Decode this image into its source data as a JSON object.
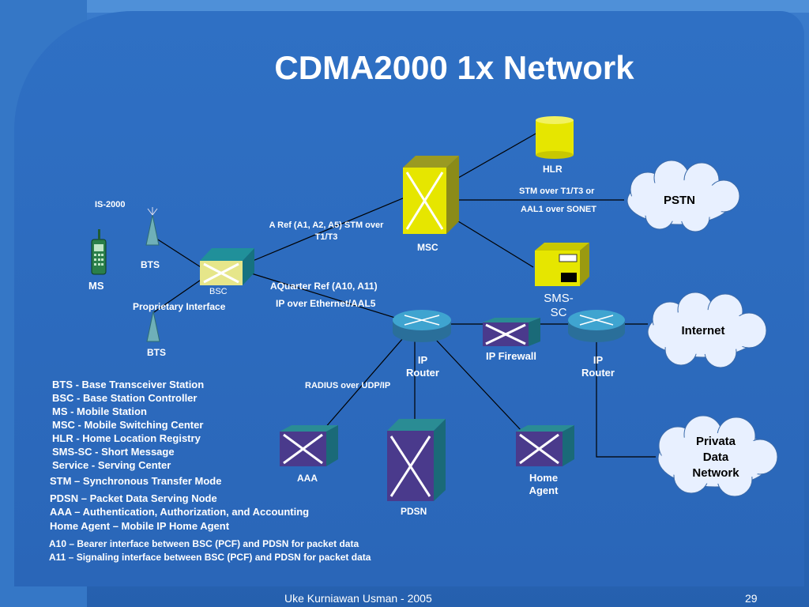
{
  "slide": {
    "title": "CDMA2000 1x Network",
    "footer_author": "Uke Kurniawan Usman - 2005",
    "page_number": "29"
  },
  "nodes": {
    "ms": "MS",
    "bts_top": "BTS",
    "bts_bottom": "BTS",
    "bsc": "BSC",
    "msc": "MSC",
    "hlr": "HLR",
    "sms_sc": "SMS-SC",
    "ip_router_1": "IP Router",
    "ip_firewall": "IP Firewall",
    "ip_router_2": "IP Router",
    "aaa": "AAA",
    "pdsn": "PDSN",
    "home_agent": "Home Agent",
    "pstn": "PSTN",
    "internet": "Internet",
    "private_data_network": "Privata Data Network"
  },
  "links": {
    "is2000": "IS-2000",
    "proprietary": "Proprietary Interface",
    "a_ref": "A Ref (A1, A2, A5) STM over T1/T3",
    "aquarter": "AQuarter Ref (A10, A11)",
    "ip_over_eth": "IP over Ethernet/AAL5",
    "stm_over": "STM over T1/T3 or",
    "aal1": "AAL1 over SONET",
    "radius": "RADIUS over UDP/IP"
  },
  "legend": [
    "BTS - Base Transceiver Station",
    "BSC - Base Station Controller",
    "MS - Mobile Station",
    "MSC - Mobile Switching Center",
    "HLR - Home Location Registry",
    "SMS-SC - Short Message",
    "Service - Serving Center",
    "STM – Synchronous Transfer Mode",
    "PDSN – Packet Data Serving Node",
    "AAA – Authentication, Authorization, and Accounting",
    "Home Agent – Mobile IP Home Agent",
    "A10 – Bearer interface between BSC (PCF) and PDSN for packet data",
    "A11 – Signaling interface between BSC (PCF) and PDSN for packet data"
  ],
  "colors": {
    "background": "#2a66b8",
    "switch_face": "#e6e600",
    "node_face": "#4a3a8c",
    "node_side": "#1e7a8a",
    "cloud": "#e8f0ff",
    "router": "#3fa4d0"
  }
}
